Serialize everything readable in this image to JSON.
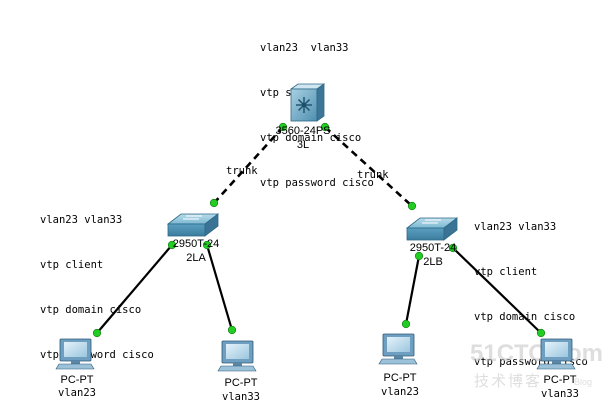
{
  "notes": {
    "core": [
      "vlan23  vlan33",
      "vtp server",
      "vtp domain cisco",
      "vtp password cisco"
    ],
    "left": [
      "vlan23 vlan33",
      "vtp client",
      "vtp domain cisco",
      "vtp password cisco"
    ],
    "right": [
      "vlan23 vlan33",
      "vtp client",
      "vtp domain cisco",
      "vtp password cisco"
    ]
  },
  "devices": {
    "core": {
      "model": "3560-24PS",
      "name": "3L"
    },
    "sw_left": {
      "model": "2950T-24",
      "name": "2LA"
    },
    "sw_right": {
      "model": "2950T-24",
      "name": "2LB"
    },
    "pc1": {
      "type": "PC-PT",
      "vlan": "vlan23"
    },
    "pc2": {
      "type": "PC-PT",
      "vlan": "vlan33"
    },
    "pc3": {
      "type": "PC-PT",
      "vlan": "vlan23"
    },
    "pc4": {
      "type": "PC-PT",
      "vlan": "vlan33"
    }
  },
  "links": {
    "trunk_left": "trunk",
    "trunk_right": "trunk"
  },
  "watermark": {
    "brand": "51CTO.com",
    "tagline": "技术博客",
    "badge": "Blog"
  },
  "colors": {
    "link_dot": "#22cc22",
    "switch_blue": "#5a9fc0",
    "pc_blue": "#6e9fc0"
  }
}
